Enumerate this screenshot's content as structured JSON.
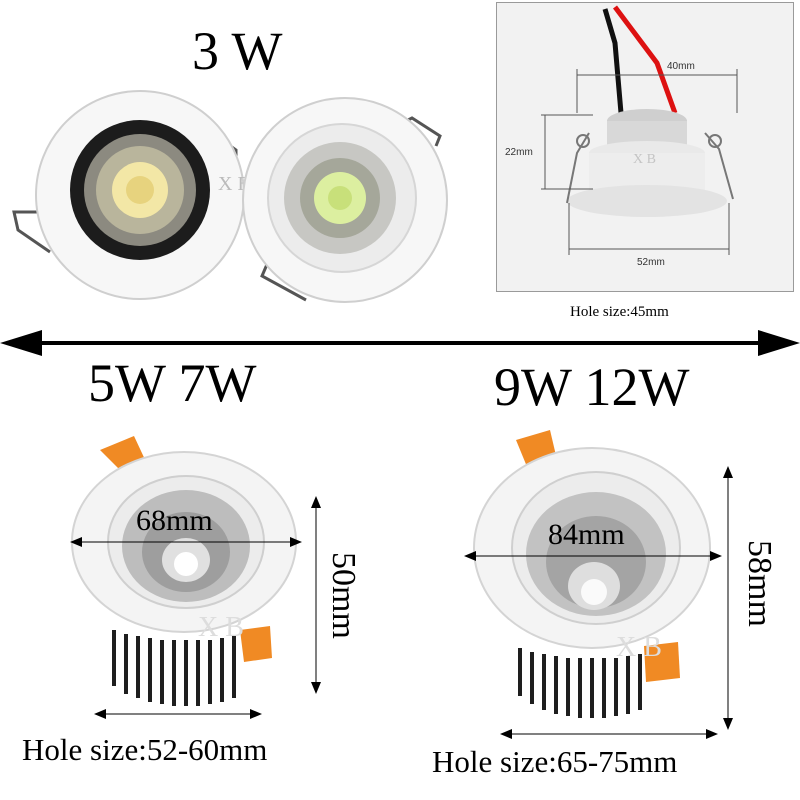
{
  "top": {
    "title": "3 W",
    "watermark": "X B",
    "photo": {
      "width_label": "40mm",
      "height_label": "22mm",
      "base_label": "52mm",
      "watermark": "X B"
    },
    "hole_size": "Hole size:45mm"
  },
  "left_product": {
    "title": "5W 7W",
    "width_label": "68mm",
    "height_label": "50mm",
    "watermark": "X B",
    "hole_size": "Hole size:52-60mm"
  },
  "right_product": {
    "title": "9W 12W",
    "width_label": "84mm",
    "height_label": "58mm",
    "watermark": "X B",
    "hole_size": "Hole size:65-75mm"
  },
  "colors": {
    "housing": "#f4f4f4",
    "clip_orange": "#f08a24",
    "heatsink": "#1e1e1e",
    "warm_chip": "#f3e7a6",
    "cool_chip": "#dcefa0"
  }
}
